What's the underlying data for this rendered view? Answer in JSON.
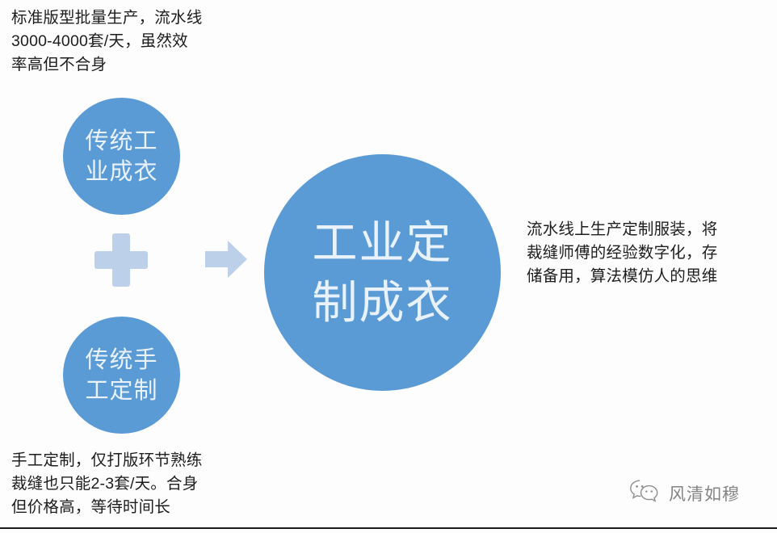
{
  "theme": {
    "background": "#fdfdfd",
    "circle_fill": "#5b9bd5",
    "circle_text": "#e9f2fa",
    "accent_pale_blue": "#bdd0ea",
    "body_text": "#1d1d1d"
  },
  "captions": {
    "top_left": "标准版型批量生产，流水线\n3000-4000套/天，虽然效\n率高但不合身",
    "bottom_left": "手工定制，仅打版环节熟练\n裁缝也只能2-3套/天。合身\n但价格高，等待时间长",
    "right": "流水线上生产定制服装，将\n裁缝师傅的经验数字化，存\n储备用，算法模仿人的思维"
  },
  "nodes": {
    "traditional_industrial": "传统工\n业成衣",
    "traditional_handmade": "传统手\n工定制",
    "industrial_custom": "工业定\n制成衣"
  },
  "connectors": {
    "plus": "+",
    "arrow": "→"
  },
  "watermark": {
    "icon": "wechat-icon",
    "account_name": "风清如穆"
  }
}
